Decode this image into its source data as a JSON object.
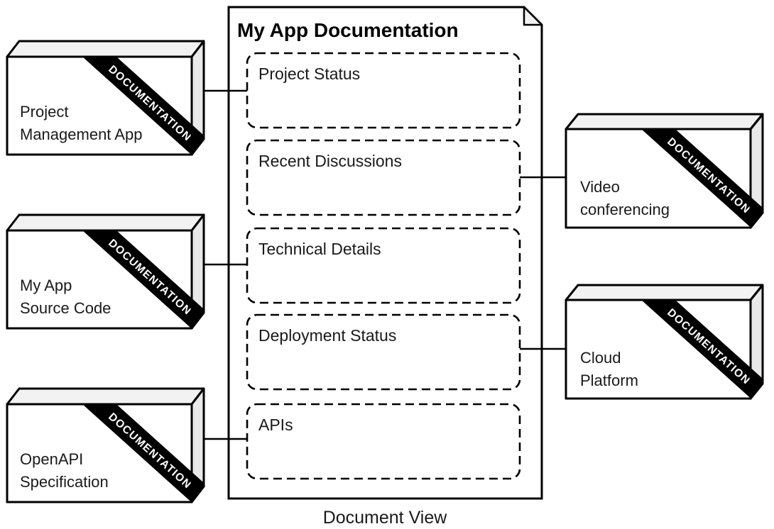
{
  "diagram": {
    "kind": "document-view-diagram",
    "ribbon_label": "DOCUMENTATION",
    "document": {
      "title": "My App Documentation",
      "caption": "Document View",
      "sections": [
        {
          "label": "Project Status"
        },
        {
          "label": "Recent Discussions"
        },
        {
          "label": "Technical Details"
        },
        {
          "label": "Deployment Status"
        },
        {
          "label": "APIs"
        }
      ]
    },
    "left_nodes": [
      {
        "label_lines": [
          "Project",
          "Management App"
        ]
      },
      {
        "label_lines": [
          "My App",
          "Source Code"
        ]
      },
      {
        "label_lines": [
          "OpenAPI",
          "Specification"
        ]
      }
    ],
    "right_nodes": [
      {
        "label_lines": [
          "Video",
          "conferencing"
        ]
      },
      {
        "label_lines": [
          "Cloud",
          "Platform"
        ]
      }
    ],
    "connections": [
      {
        "from": "Project Management App",
        "to": "Project Status"
      },
      {
        "from": "My App Source Code",
        "to": "Technical Details"
      },
      {
        "from": "OpenAPI Specification",
        "to": "APIs"
      },
      {
        "from": "Recent Discussions",
        "to": "Video conferencing"
      },
      {
        "from": "Deployment Status",
        "to": "Cloud Platform"
      }
    ],
    "colors": {
      "background": "#ffffff",
      "stroke": "#000000",
      "node_face": "#ffffff",
      "node_top_shade": "#f2f2f2",
      "node_side_shade": "#e9e9e9",
      "ribbon_bg": "#000000",
      "ribbon_text": "#ffffff",
      "fold_shade": "#f2f2f2"
    }
  }
}
